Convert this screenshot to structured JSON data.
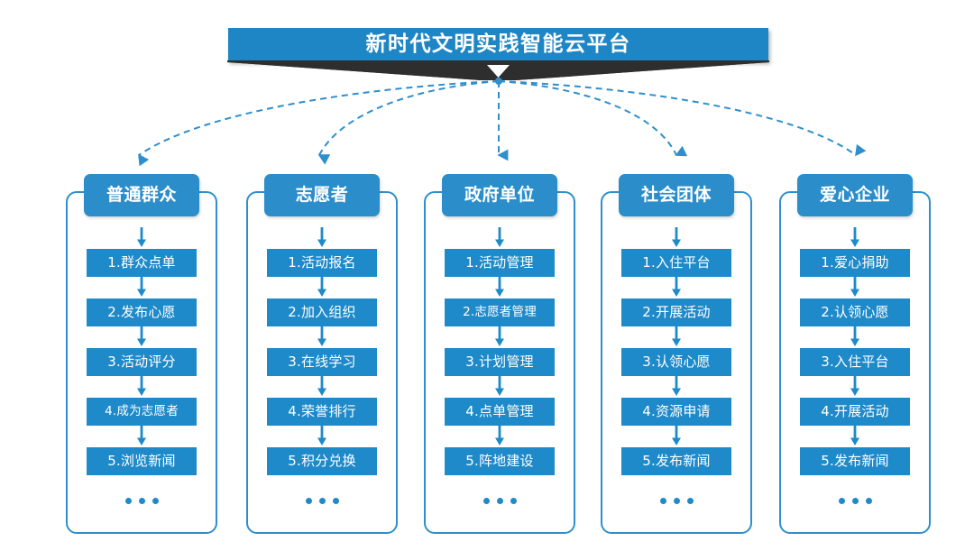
{
  "title": {
    "text": "新时代文明实践智能云平台"
  },
  "colors": {
    "header_blue": "#2b8ecb",
    "item_blue": "#1f8ac9",
    "frame_blue": "#2f8fcb",
    "banner_blue": "#1f86c5",
    "banner_shadow": "#2e2e2e",
    "text_white": "#ffffff",
    "background": "#ffffff"
  },
  "ellipsis_label": "•••",
  "columns": [
    {
      "header": "普通群众",
      "items": [
        "1.群众点单",
        "2.发布心愿",
        "3.活动评分",
        "4.成为志愿者",
        "5.浏览新闻"
      ],
      "has_ellipsis": true
    },
    {
      "header": "志愿者",
      "items": [
        "1.活动报名",
        "2.加入组织",
        "3.在线学习",
        "4.荣誉排行",
        "5.积分兑换"
      ],
      "has_ellipsis": true
    },
    {
      "header": "政府单位",
      "items": [
        "1.活动管理",
        "2.志愿者管理",
        "3.计划管理",
        "4.点单管理",
        "5.阵地建设"
      ],
      "has_ellipsis": true
    },
    {
      "header": "社会团体",
      "items": [
        "1.入住平台",
        "2.开展活动",
        "3.认领心愿",
        "4.资源申请",
        "5.发布新闻"
      ],
      "has_ellipsis": true
    },
    {
      "header": "爱心企业",
      "items": [
        "1.爱心捐助",
        "2.认领心愿",
        "3.入住平台",
        "4.开展活动",
        "5.发布新闻"
      ],
      "has_ellipsis": true
    }
  ]
}
